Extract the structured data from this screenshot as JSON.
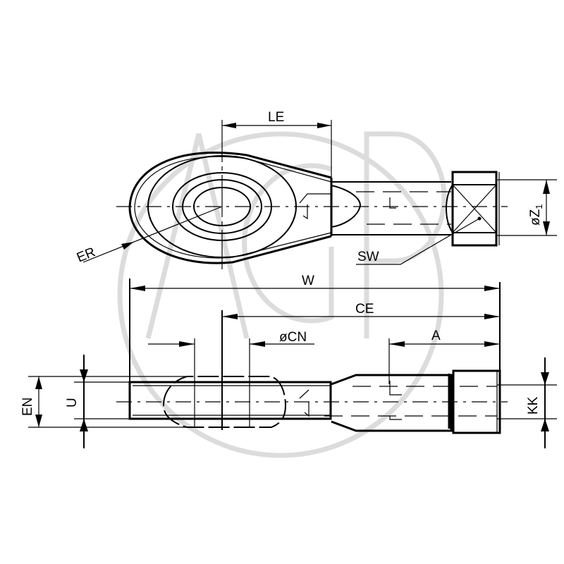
{
  "drawing": {
    "title": "Rod end with female/male thread — dimension drawing",
    "watermark": "AGP",
    "colors": {
      "line": "#000000",
      "watermark": "#dcdcdc",
      "background": "#ffffff"
    }
  },
  "top_view": {
    "labels": {
      "LE": "LE",
      "ER": "ER",
      "SW": "SW",
      "Z1": "øZ",
      "Z1_sub": "1",
      "J": "J",
      "L": "L"
    }
  },
  "side_view": {
    "labels": {
      "W": "W",
      "CE": "CE",
      "CN": "øCN",
      "A": "A",
      "EN": "EN",
      "U": "U",
      "KK": "KK",
      "J": "J",
      "L": "L"
    }
  }
}
